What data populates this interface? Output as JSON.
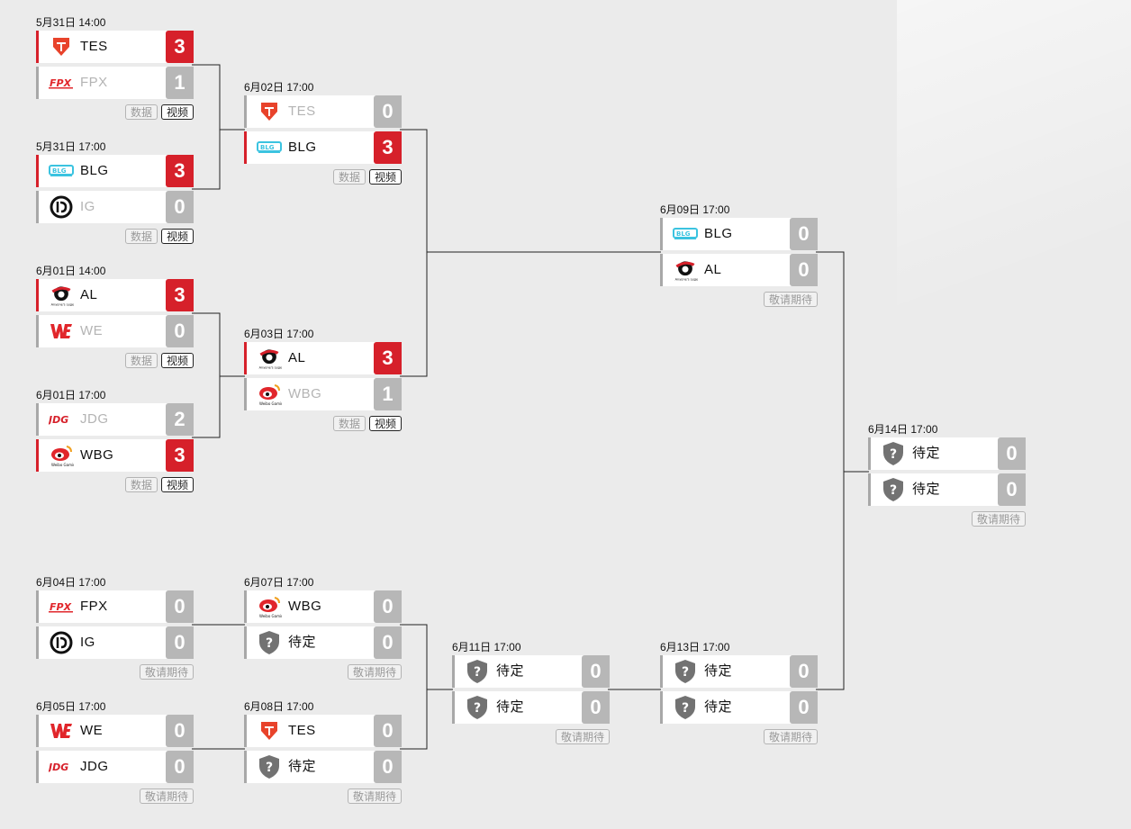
{
  "labels": {
    "data": "数据",
    "video": "视频",
    "await": "敬请期待"
  },
  "teams": {
    "TES": {
      "name": "TES",
      "icon": "tes-logo-icon"
    },
    "FPX": {
      "name": "FPX",
      "icon": "fpx-logo-icon"
    },
    "BLG": {
      "name": "BLG",
      "icon": "blg-logo-icon"
    },
    "IG": {
      "name": "IG",
      "icon": "ig-logo-icon"
    },
    "AL": {
      "name": "AL",
      "icon": "al-logo-icon"
    },
    "WE": {
      "name": "WE",
      "icon": "we-logo-icon"
    },
    "JDG": {
      "name": "JDG",
      "icon": "jdg-logo-icon"
    },
    "WBG": {
      "name": "WBG",
      "icon": "wbg-logo-icon"
    },
    "TBD": {
      "name": "待定",
      "icon": "question-shield-icon"
    }
  },
  "colors": {
    "win": "#d6202a",
    "neutral": "#b7b7b7"
  },
  "matches": [
    {
      "id": "m1",
      "time": "5月31日 14:00",
      "actions": [
        "data",
        "video"
      ],
      "teams": [
        {
          "team": "TES",
          "score": "3",
          "winner": true
        },
        {
          "team": "FPX",
          "score": "1",
          "winner": false,
          "dim": true
        }
      ]
    },
    {
      "id": "m2",
      "time": "5月31日 17:00",
      "actions": [
        "data",
        "video"
      ],
      "teams": [
        {
          "team": "BLG",
          "score": "3",
          "winner": true
        },
        {
          "team": "IG",
          "score": "0",
          "winner": false,
          "dim": true
        }
      ]
    },
    {
      "id": "m3",
      "time": "6月01日 14:00",
      "actions": [
        "data",
        "video"
      ],
      "teams": [
        {
          "team": "AL",
          "score": "3",
          "winner": true
        },
        {
          "team": "WE",
          "score": "0",
          "winner": false,
          "dim": true
        }
      ]
    },
    {
      "id": "m4",
      "time": "6月01日 17:00",
      "actions": [
        "data",
        "video"
      ],
      "teams": [
        {
          "team": "JDG",
          "score": "2",
          "winner": false,
          "dim": true
        },
        {
          "team": "WBG",
          "score": "3",
          "winner": true
        }
      ]
    },
    {
      "id": "m5",
      "time": "6月02日 17:00",
      "actions": [
        "data",
        "video"
      ],
      "teams": [
        {
          "team": "TES",
          "score": "0",
          "winner": false,
          "dim": true
        },
        {
          "team": "BLG",
          "score": "3",
          "winner": true
        }
      ]
    },
    {
      "id": "m6",
      "time": "6月03日 17:00",
      "actions": [
        "data",
        "video"
      ],
      "teams": [
        {
          "team": "AL",
          "score": "3",
          "winner": true
        },
        {
          "team": "WBG",
          "score": "1",
          "winner": false,
          "dim": true
        }
      ]
    },
    {
      "id": "m7",
      "time": "6月09日 17:00",
      "actions": [
        "await"
      ],
      "teams": [
        {
          "team": "BLG",
          "score": "0"
        },
        {
          "team": "AL",
          "score": "0"
        }
      ]
    },
    {
      "id": "m8",
      "time": "6月14日 17:00",
      "actions": [
        "await"
      ],
      "teams": [
        {
          "team": "TBD",
          "score": "0"
        },
        {
          "team": "TBD",
          "score": "0"
        }
      ]
    },
    {
      "id": "m9",
      "time": "6月04日 17:00",
      "actions": [
        "await"
      ],
      "teams": [
        {
          "team": "FPX",
          "score": "0"
        },
        {
          "team": "IG",
          "score": "0"
        }
      ]
    },
    {
      "id": "m10",
      "time": "6月05日 17:00",
      "actions": [
        "await"
      ],
      "teams": [
        {
          "team": "WE",
          "score": "0"
        },
        {
          "team": "JDG",
          "score": "0"
        }
      ]
    },
    {
      "id": "m11",
      "time": "6月07日 17:00",
      "actions": [
        "await"
      ],
      "teams": [
        {
          "team": "WBG",
          "score": "0"
        },
        {
          "team": "TBD",
          "score": "0"
        }
      ]
    },
    {
      "id": "m12",
      "time": "6月08日 17:00",
      "actions": [
        "await"
      ],
      "teams": [
        {
          "team": "TES",
          "score": "0"
        },
        {
          "team": "TBD",
          "score": "0"
        }
      ]
    },
    {
      "id": "m13",
      "time": "6月11日 17:00",
      "actions": [
        "await"
      ],
      "teams": [
        {
          "team": "TBD",
          "score": "0"
        },
        {
          "team": "TBD",
          "score": "0"
        }
      ]
    },
    {
      "id": "m14",
      "time": "6月13日 17:00",
      "actions": [
        "await"
      ],
      "teams": [
        {
          "team": "TBD",
          "score": "0"
        },
        {
          "team": "TBD",
          "score": "0"
        }
      ]
    }
  ]
}
